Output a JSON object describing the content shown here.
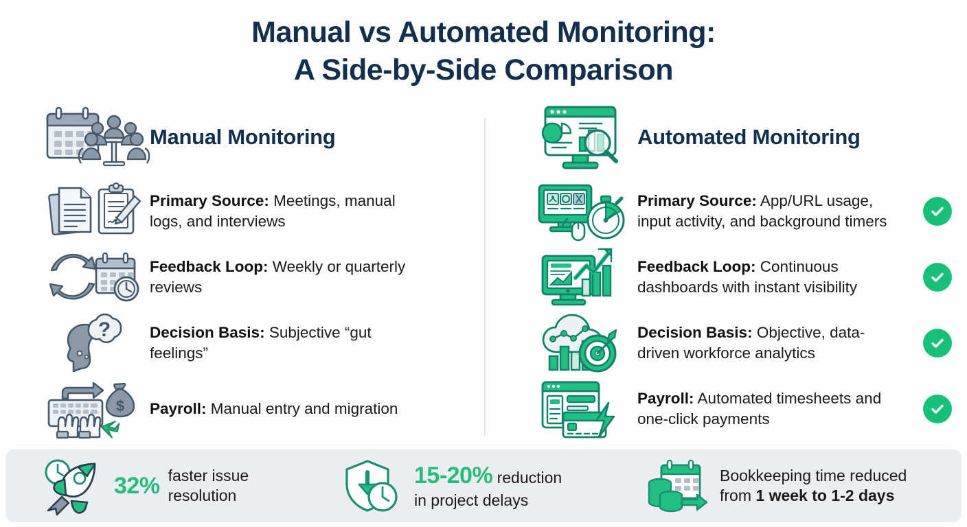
{
  "title": {
    "line1": "Manual vs Automated Monitoring:",
    "line2": "A Side-by-Side Comparison",
    "color": "#12304d"
  },
  "colors": {
    "navy": "#12304d",
    "green": "#18c077",
    "green_dark": "#1aa06a",
    "green_text": "#24bd7c",
    "gray_icon": "#8a98a8",
    "footer_bg": "#ecedf0",
    "divider": "#dfe3e8",
    "background": "#fdfdfd"
  },
  "columns": {
    "left": {
      "heading": "Manual Monitoring",
      "heading_icon": "calendar-meeting-icon",
      "rows": [
        {
          "icon": "documents-clipboard-icon",
          "label": "Primary Source:",
          "value": "Meetings, manual logs, and interviews",
          "check": false
        },
        {
          "icon": "refresh-calendar-clock-icon",
          "label": "Feedback Loop:",
          "value": "Weekly or quarterly reviews",
          "check": false
        },
        {
          "icon": "head-question-thought-icon",
          "label": "Decision Basis:",
          "value": "Subjective “gut feelings”",
          "check": false
        },
        {
          "icon": "keyboard-hands-moneybag-icon",
          "label": "Payroll:",
          "value": "Manual entry and migration",
          "check": false
        }
      ]
    },
    "right": {
      "heading": "Automated Monitoring",
      "heading_icon": "dashboard-magnifier-icon",
      "rows": [
        {
          "icon": "monitor-mouse-stopwatch-icon",
          "label": "Primary Source:",
          "value": "App/URL usage, input activity, and background timers",
          "check": true
        },
        {
          "icon": "monitor-growth-chart-icon",
          "label": "Feedback Loop:",
          "value": "Continuous dashboards with instant visibility",
          "check": true
        },
        {
          "icon": "cloud-analytics-target-icon",
          "label": "Decision Basis:",
          "value": "Objective, data-driven workforce analytics",
          "check": true
        },
        {
          "icon": "invoice-card-bolt-icon",
          "label": "Payroll:",
          "value": "Automated timesheets and one-click payments",
          "check": true
        }
      ]
    }
  },
  "footer": {
    "stats": [
      {
        "icon": "rocket-clock-icon",
        "metric": "32%",
        "text_line1": "faster issue",
        "text_line2": "resolution"
      },
      {
        "icon": "shield-arrow-clock-icon",
        "metric": "15-20%",
        "text_line1": "reduction",
        "text_line2": "in project delays"
      },
      {
        "icon": "calendar-coins-arrow-icon",
        "text_line1": "Bookkeeping time reduced",
        "text_line2_prefix": "from ",
        "text_line2_bold": "1 week to 1-2 days"
      }
    ]
  }
}
